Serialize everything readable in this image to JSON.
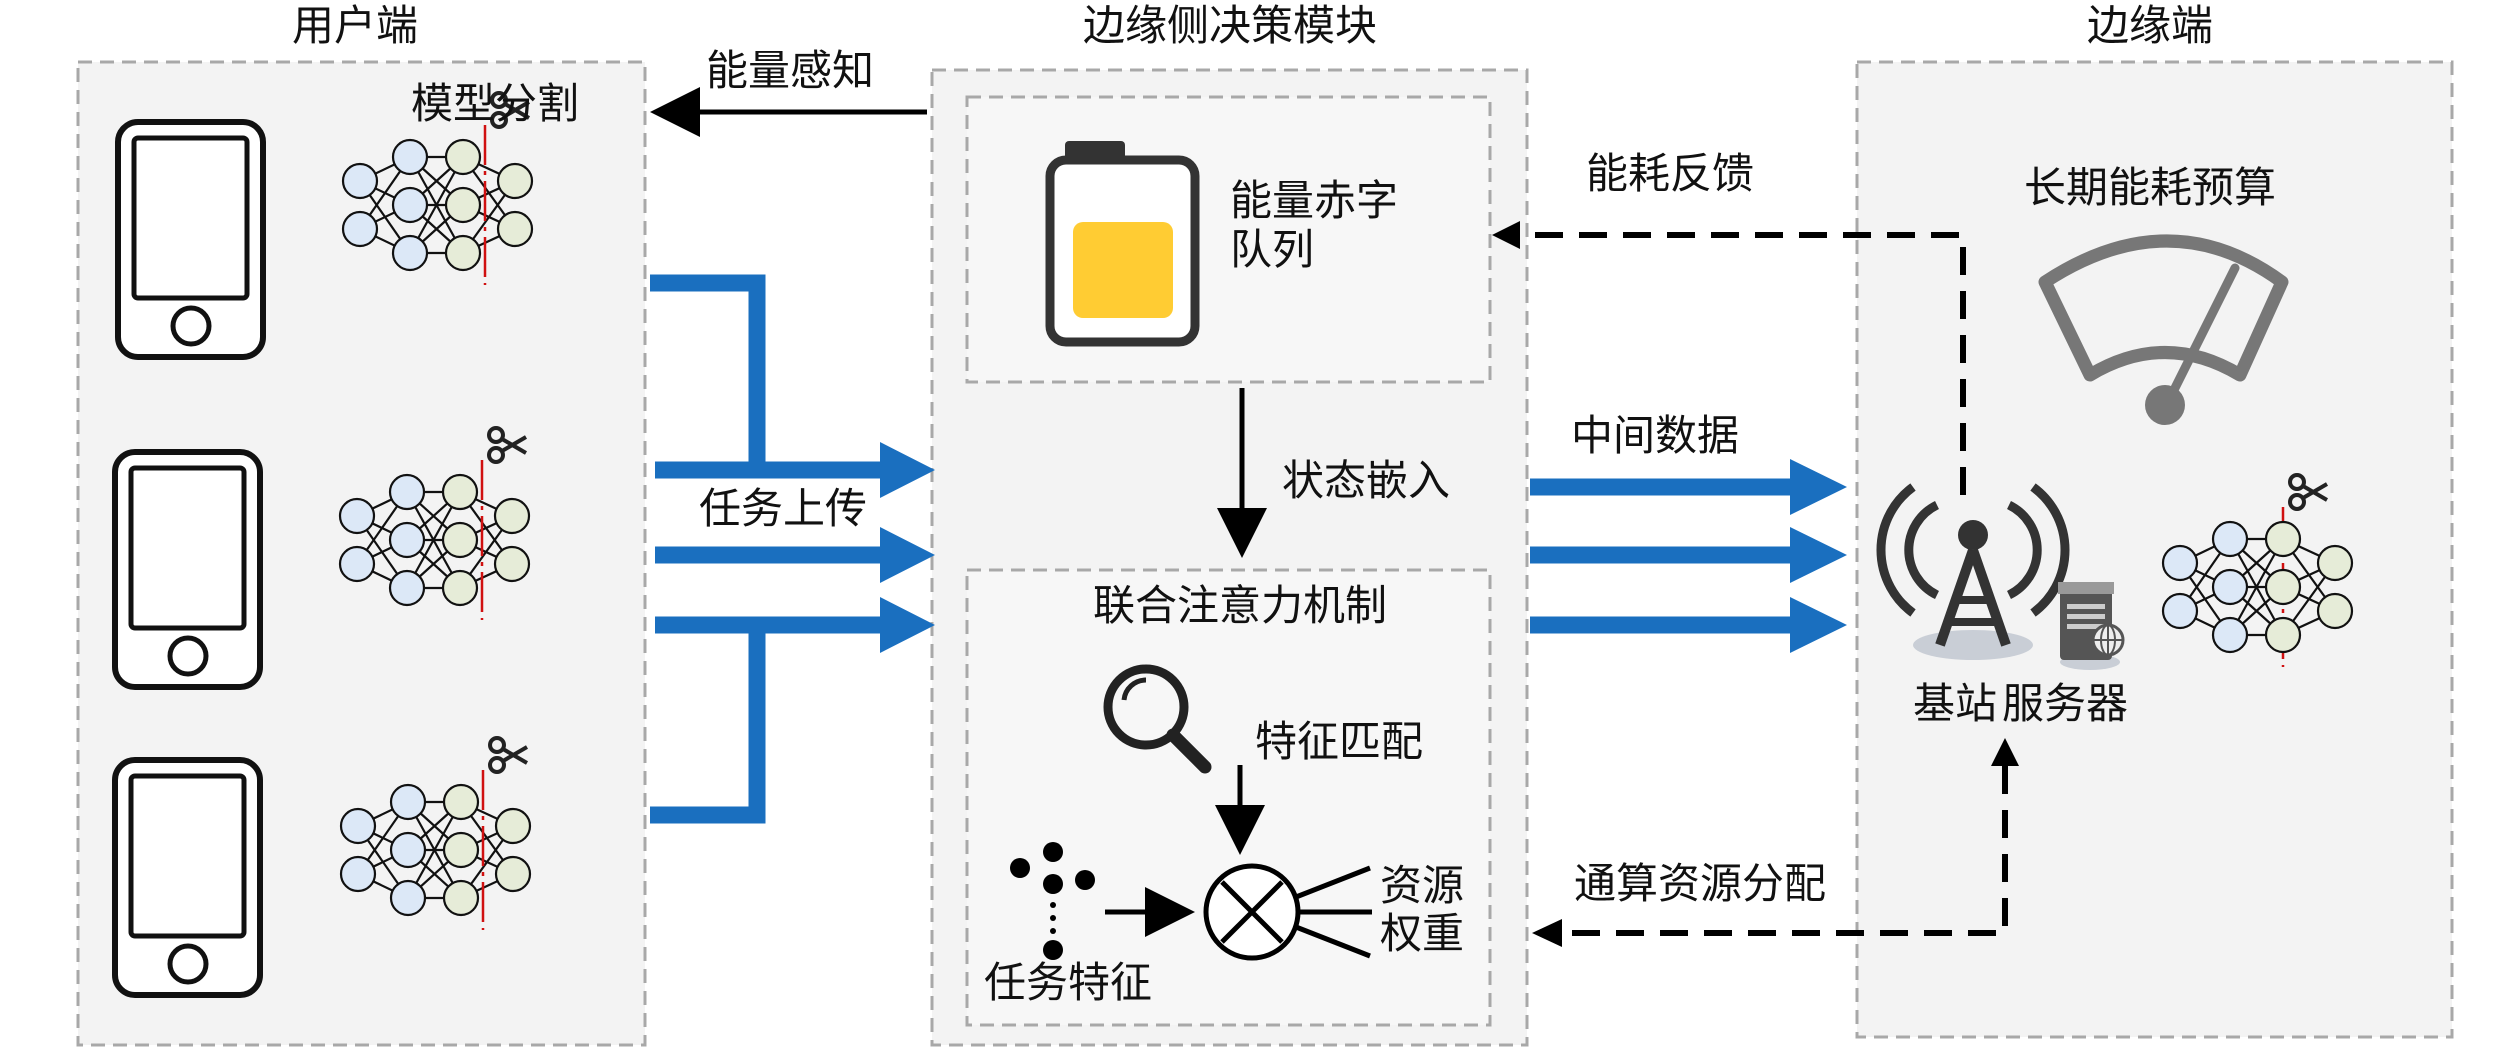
{
  "panels": {
    "user_side": "用户端",
    "edge_decision": "边缘侧决策模块",
    "edge_side": "边缘端"
  },
  "labels": {
    "model_split": "模型分割",
    "energy_perception": "能量感知",
    "energy_deficit_queue_line1": "能量赤字",
    "energy_deficit_queue_line2": "队列",
    "energy_feedback": "能耗反馈",
    "long_term_budget": "长期能耗预算",
    "task_upload": "任务上传",
    "intermediate_data": "中间数据",
    "state_embedding": "状态嵌入",
    "joint_attention": "联合注意力机制",
    "feature_matching": "特征匹配",
    "task_features": "任务特征",
    "resource_weight_line1": "资源",
    "resource_weight_line2": "权重",
    "comm_compute_allocation": "通算资源分配",
    "base_station": "基站",
    "server": "服务器"
  },
  "colors": {
    "flow_blue": "#1a6fbf",
    "battery_fill": "#ffcc33",
    "node_blue": "#dce8f7",
    "node_green": "#e6ecd8",
    "cut_red": "#d01010"
  },
  "icons": [
    "phone-icon",
    "neural-network-icon",
    "scissors-icon",
    "battery-icon",
    "gauge-icon",
    "antenna-tower-icon",
    "server-icon",
    "magnifier-icon",
    "multiply-circle-icon"
  ]
}
